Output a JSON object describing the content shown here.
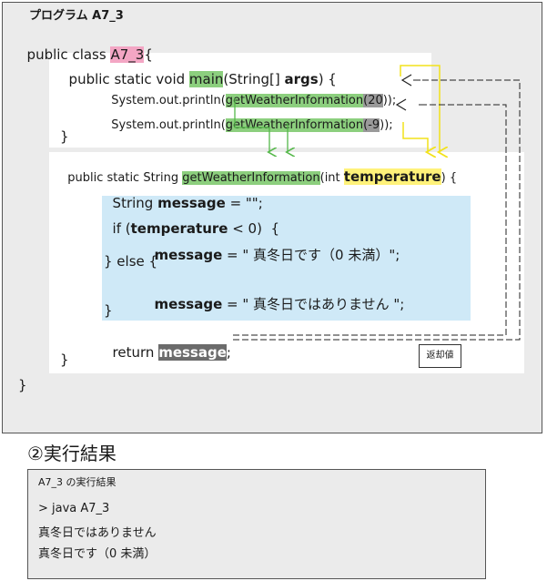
{
  "program_label": "プログラム A7_3",
  "code": {
    "class_kw": "public class ",
    "class_name": "A7_3",
    "class_open": "{",
    "main_sig_pre": "public static void ",
    "main_name": "main",
    "main_params": "(String[] ",
    "main_args": "args",
    "main_open": ") {",
    "println": "System.out.println(",
    "call_name": "getWeatherInformation",
    "call1_open": "(",
    "arg1": "20",
    "call_close": "));",
    "arg2": "-9",
    "main_close": "}",
    "method_sig_pre": "public static String ",
    "method_name": "getWeatherInformation",
    "method_param_type": "(int ",
    "method_param": "temperature",
    "method_open": ") {",
    "decl_type": "String ",
    "decl_var": "message",
    "decl_rest": " = \"\";",
    "if_kw": "if (",
    "if_var": "temperature",
    "if_rest": " < 0)  {",
    "assign1_var": "message",
    "assign1_rest": " = \" 真冬日です（0 未満）\";",
    "else_line": "} else {",
    "assign2_var": "message",
    "assign2_rest": " = \" 真冬日ではありません \";",
    "if_close": "}",
    "return_kw": "return ",
    "return_var": "message",
    "return_semi": ";",
    "method_close": "}",
    "class_close": "}"
  },
  "return_value_label": "返却値",
  "result_title": "②実行結果",
  "result": {
    "header": "A7_3 の実行結果",
    "command": "> java A7_3",
    "line1": "真冬日ではありません",
    "line2": "真冬日です（0 未満）"
  },
  "colors": {
    "class_name_highlight": "#f3a6c4",
    "method_highlight": "#8ccf7e",
    "argument_highlight": "#9a9a9a",
    "parameter_highlight": "#fff27a",
    "if_block": "#cfe9f7",
    "arrow_green": "#55b84a",
    "arrow_yellow": "#f2e21a"
  }
}
